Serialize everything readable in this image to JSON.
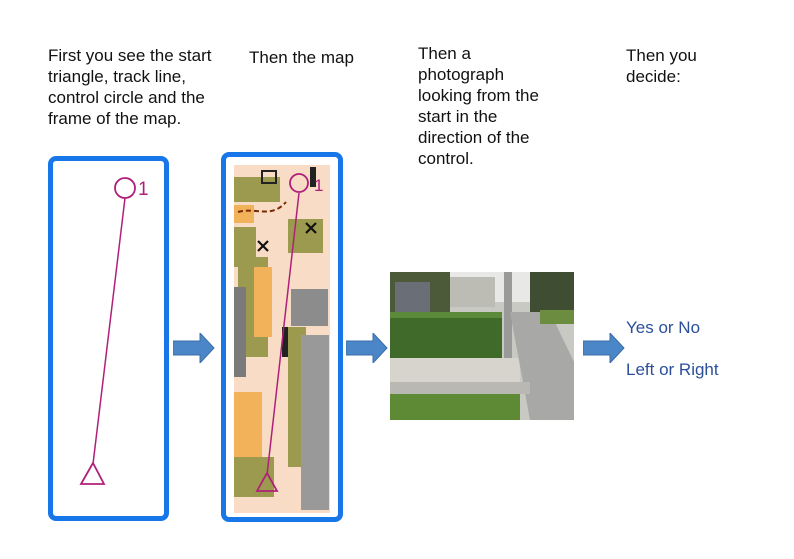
{
  "steps": [
    {
      "caption": "First you see the start triangle, track line, control circle and the frame of the map."
    },
    {
      "caption": "Then the map"
    },
    {
      "caption": "Then a photograph looking from the start in the direction of the control."
    },
    {
      "caption": "Then you decide:"
    }
  ],
  "control_number": "1",
  "choices": [
    "Yes or No",
    "Left or Right"
  ],
  "colors": {
    "frame": "#1877e8",
    "course": "#b0207a",
    "arrow": "#4a86c8",
    "choice_text": "#2b4f9a"
  }
}
